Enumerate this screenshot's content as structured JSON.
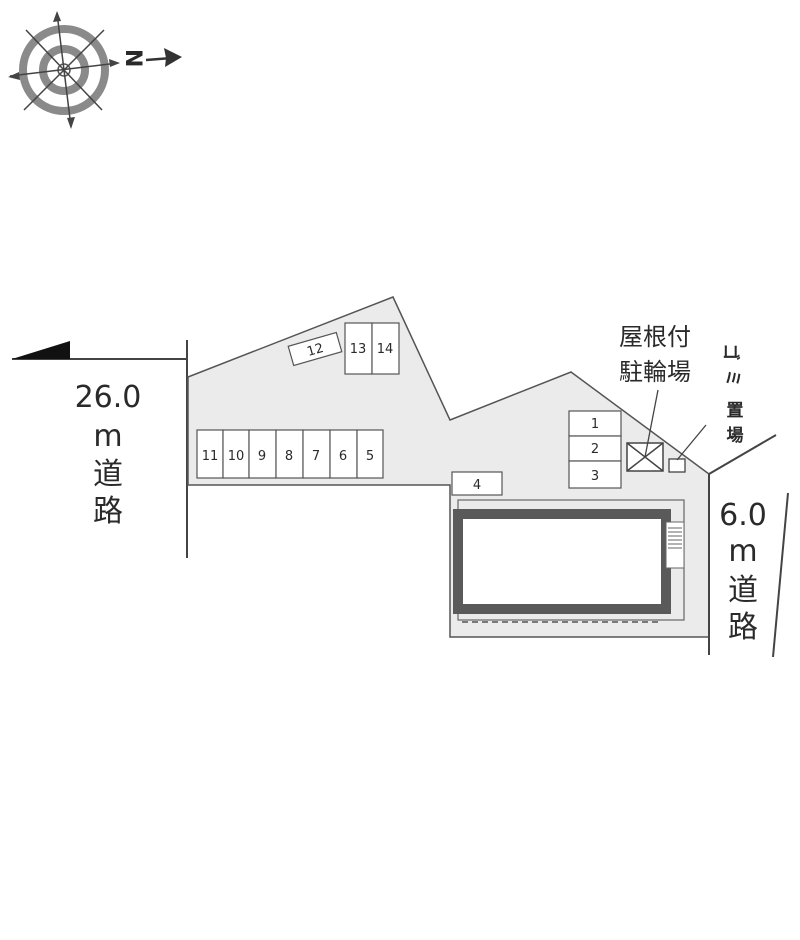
{
  "compass": {
    "north_label": "N"
  },
  "roads": {
    "left": {
      "width_label": "26.0",
      "unit_label": "m",
      "road_chars": [
        "道",
        "路"
      ]
    },
    "right": {
      "width_label": "6.0",
      "unit_label": "m",
      "road_chars": [
        "道",
        "路"
      ]
    }
  },
  "parking": {
    "row_bottom": [
      "11",
      "10",
      "9",
      "8",
      "7",
      "6",
      "5"
    ],
    "slot_12": "12",
    "top_pair": [
      "13",
      "14"
    ],
    "slot_4": "4",
    "right_stack": [
      "1",
      "2",
      "3"
    ]
  },
  "labels": {
    "bicycle_parking_lines": [
      "屋根付",
      "駐輪場"
    ],
    "garbage_chars": [
      "ゴ",
      "ミ",
      "置",
      "場"
    ]
  },
  "colors": {
    "lot_fill": "#ebebeb",
    "outline": "#555555",
    "building_wall": "#5a5a5a",
    "text": "#2a2a2a"
  }
}
